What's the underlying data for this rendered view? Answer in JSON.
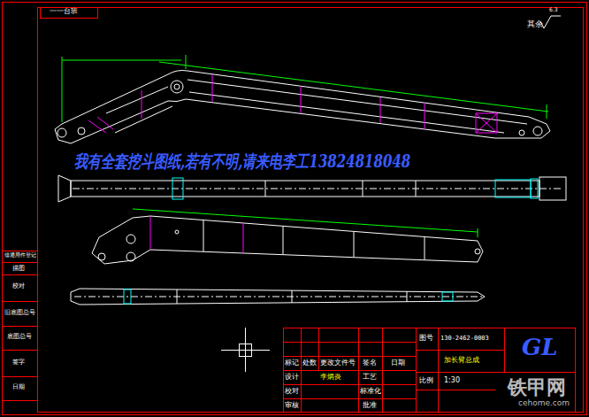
{
  "diagram": {
    "labels": [
      "一一台班",
      "其余",
      "6.3",
      "我有全套挖斗图纸,若有不明,请来电李工13824818048",
      "借通用件登记",
      "描图",
      "校对",
      "旧底图总号",
      "底图总号",
      "签字",
      "日期",
      "标记",
      "处数",
      "更改文件号",
      "签名",
      "日期",
      "设计",
      "李炳炎",
      "工艺",
      "校对",
      "标准化",
      "审核",
      "批准",
      "图号",
      "130-2462-0003",
      "加长臂总成",
      "比例",
      "1:30",
      "GL",
      "铁甲网",
      "cehome.com"
    ]
  }
}
